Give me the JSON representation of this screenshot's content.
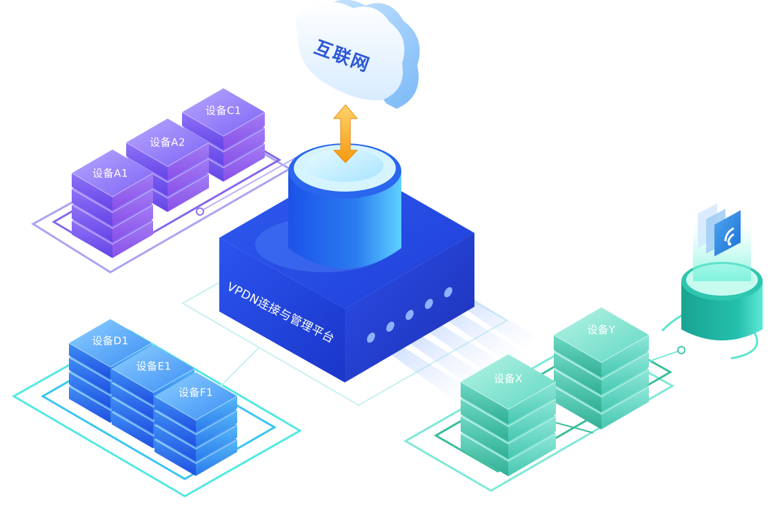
{
  "cloud": {
    "label": "互联网"
  },
  "platform": {
    "label": "VPDN连接与管理平台"
  },
  "devices": {
    "a1": "设备A1",
    "a2": "设备A2",
    "c1": "设备C1",
    "d1": "设备D1",
    "e1": "设备E1",
    "f1": "设备F1",
    "x": "设备X",
    "y": "设备Y"
  },
  "colors": {
    "purple": "#7b5cf0",
    "blue": "#2e6cf0",
    "teal": "#27c2a8",
    "platform": "#2748e6",
    "cyan": "#3ee0e6"
  },
  "icons": {
    "signal": "wifi-signal-icon"
  }
}
